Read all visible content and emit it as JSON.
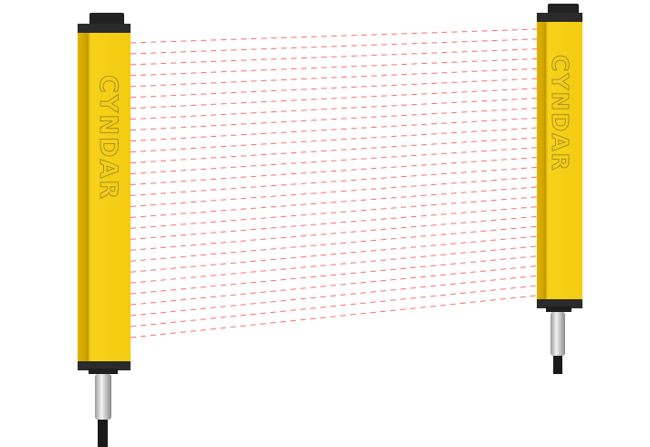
{
  "product": {
    "brand_left": "CYNDAR",
    "brand_right": "CYNDAR",
    "beam_count": 28,
    "colors": {
      "housing": "#f5cf12",
      "housing_shade": "#d9ad00",
      "cap": "#2a2a2a",
      "beam": "#ff6a6a"
    }
  }
}
